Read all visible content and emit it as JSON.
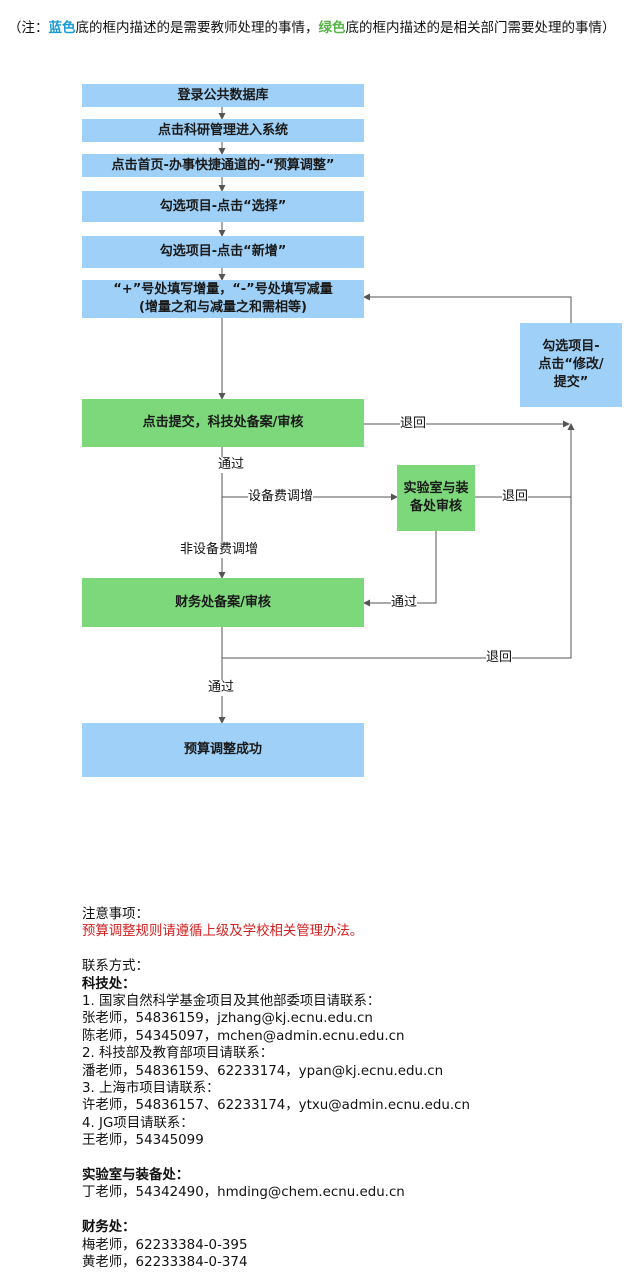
{
  "note": {
    "prefix": "（注：",
    "blue_word": "蓝色",
    "blue_desc": "底的框内描述的是需要教师处理的事情，",
    "green_word": "绿色",
    "green_desc": "底的框内描述的是相关部门需要处理的事情）"
  },
  "colors": {
    "teacher_box": "#9fd0f7",
    "department_box": "#7dd77b",
    "blue_text": "#1a9bd7",
    "green_text": "#5ab44a",
    "warning_text": "#d32020",
    "line": "#555555"
  },
  "flow": {
    "step1": "登录公共数据库",
    "step2": "点击科研管理进入系统",
    "step3": "点击首页-办事快捷通道的-“预算调整”",
    "step4": "勾选项目-点击“选择”",
    "step5": "勾选项目-点击“新增”",
    "step6_line1": "“+”号处填写增量，“-”号处填写减量",
    "step6_line2": "(增量之和与减量之和需相等)",
    "modify_line1": "勾选项目-",
    "modify_line2": "点击“修改/",
    "modify_line3": "提交”",
    "keji": "点击提交，科技处备案/审核",
    "lab_line1": "实验室与装",
    "lab_line2": "备处审核",
    "caiwu": "财务处备案/审核",
    "success": "预算调整成功",
    "label_return1": "退回",
    "label_pass1": "通过",
    "label_equipment": "设备费调增",
    "label_return2": "退回",
    "label_non_equipment": "非设备费调增",
    "label_pass2": "通过",
    "label_return3": "退回",
    "label_pass3": "通过"
  },
  "info": {
    "notice_title": "注意事项：",
    "notice_text": "预算调整规则请遵循上级及学校相关管理办法。",
    "contact_title": "联系方式：",
    "keji_title": "科技处：",
    "item1": "1. 国家自然科学基金项目及其他部委项目请联系：",
    "item1_c1": "张老师，54836159，jzhang@kj.ecnu.edu.cn",
    "item1_c2": "陈老师，54345097，mchen@admin.ecnu.edu.cn",
    "item2": "2. 科技部及教育部项目请联系：",
    "item2_c1": "潘老师，54836159、62233174，ypan@kj.ecnu.edu.cn",
    "item3": "3. 上海市项目请联系：",
    "item3_c1": "许老师，54836157、62233174，ytxu@admin.ecnu.edu.cn",
    "item4": "4. JG项目请联系：",
    "item4_c1": "王老师，54345099",
    "lab_title": "实验室与装备处：",
    "lab_c1": "丁老师，54342490，hmding@chem.ecnu.edu.cn",
    "finance_title": "财务处：",
    "finance_c1": "梅老师，62233384-0-395",
    "finance_c2": "黄老师，62233384-0-374"
  }
}
